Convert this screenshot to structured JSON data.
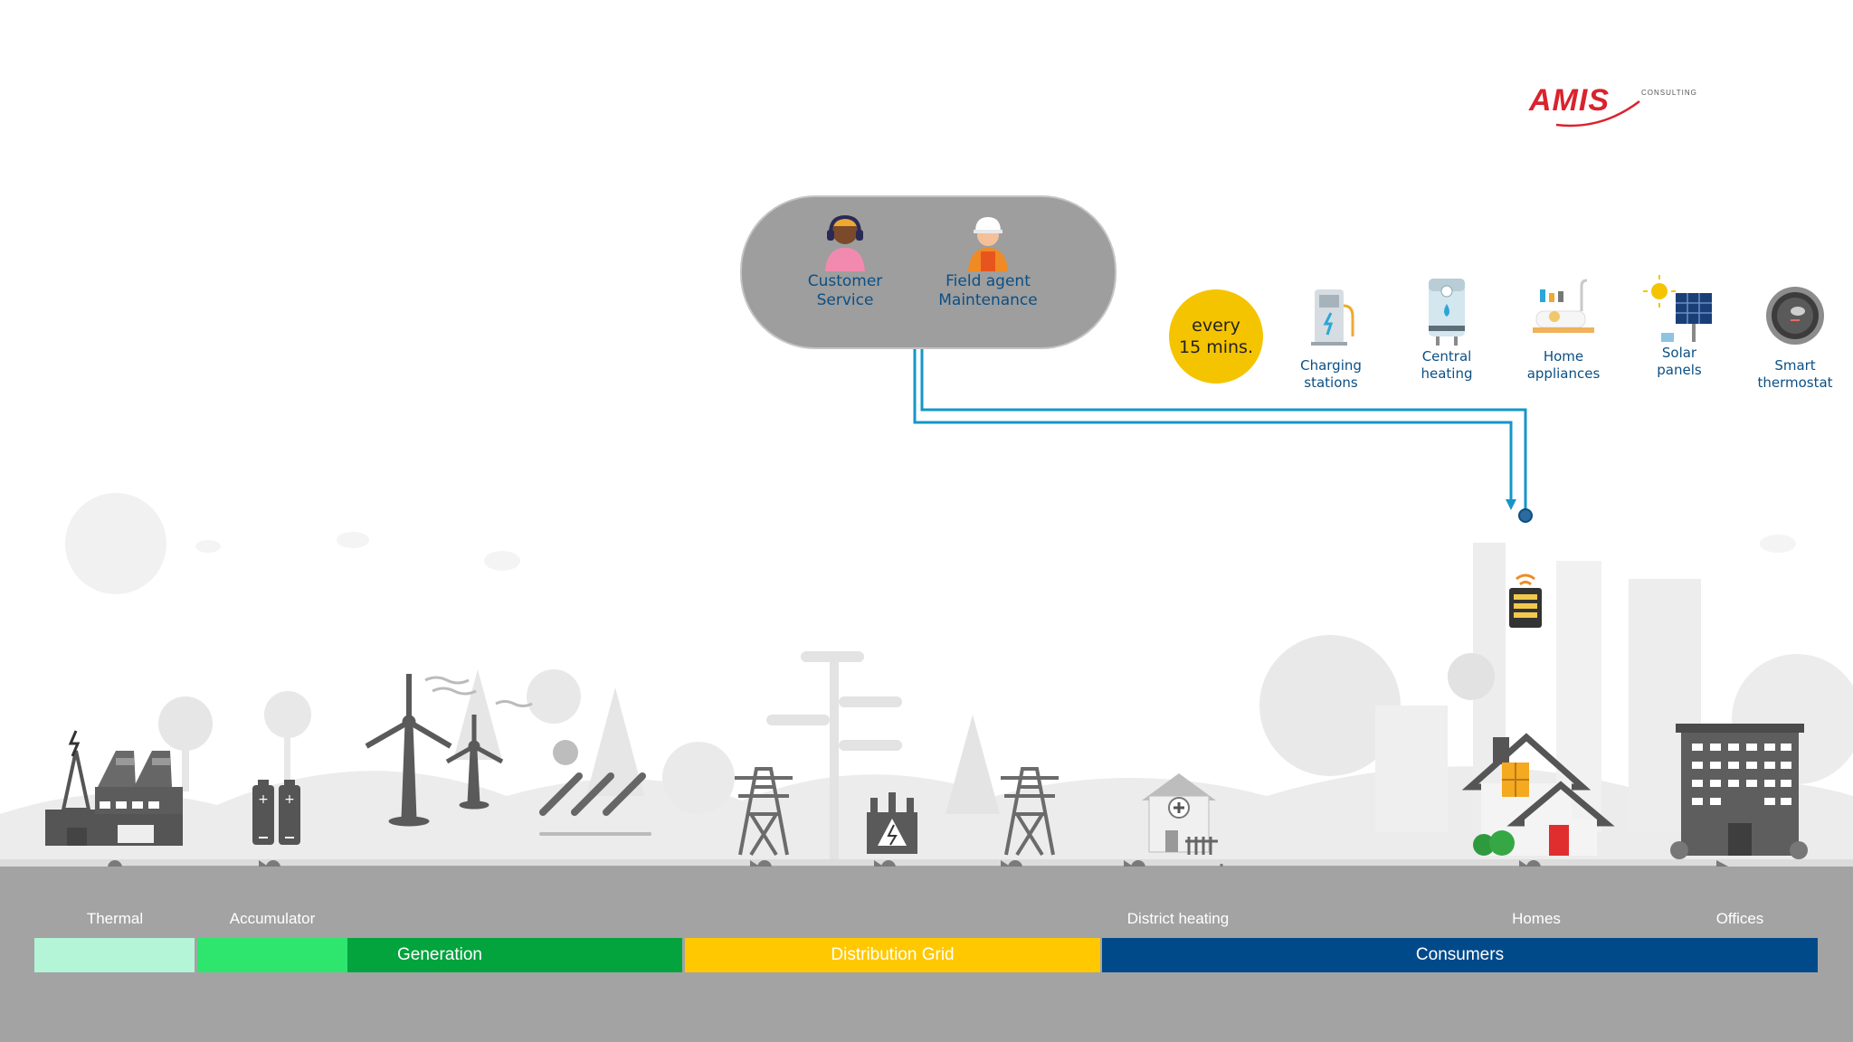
{
  "logo": {
    "text": "AMIS",
    "subtext": "CONSULTING"
  },
  "operators": {
    "customer_service": {
      "line1": "Customer",
      "line2": "Service",
      "icon": "headset-agent-icon"
    },
    "field_agent": {
      "line1": "Field agent",
      "line2": "Maintenance",
      "icon": "hardhat-worker-icon"
    }
  },
  "interval_badge": {
    "line1": "every",
    "line2": "15 mins."
  },
  "devices": [
    {
      "line1": "Charging",
      "line2": "stations",
      "icon": "ev-charger-icon"
    },
    {
      "line1": "Central",
      "line2": "heating",
      "icon": "boiler-icon"
    },
    {
      "line1": "Home",
      "line2": "appliances",
      "icon": "bathtub-appliances-icon"
    },
    {
      "line1": "Solar",
      "line2": "panels",
      "icon": "solar-panel-icon"
    },
    {
      "line1": "Smart",
      "line2": "thermostat",
      "icon": "thermostat-icon"
    }
  ],
  "stages": {
    "thermal": "Thermal",
    "accumulator": "Accumulator",
    "district_heating": "District heating",
    "homes": "Homes",
    "offices": "Offices"
  },
  "segments": {
    "generation": "Generation",
    "distribution": "Distribution Grid",
    "consumers": "Consumers"
  },
  "colors": {
    "thermal_bar": "#b3f5d6",
    "generation_light": "#2ee66e",
    "generation": "#03a33e",
    "distribution": "#ffc800",
    "consumers": "#004a8a",
    "flow_line": "#1596c9",
    "bubble": "#9e9e9e",
    "badge": "#f5c400",
    "label_blue": "#0b4f84",
    "ground": "#a3a3a3"
  }
}
